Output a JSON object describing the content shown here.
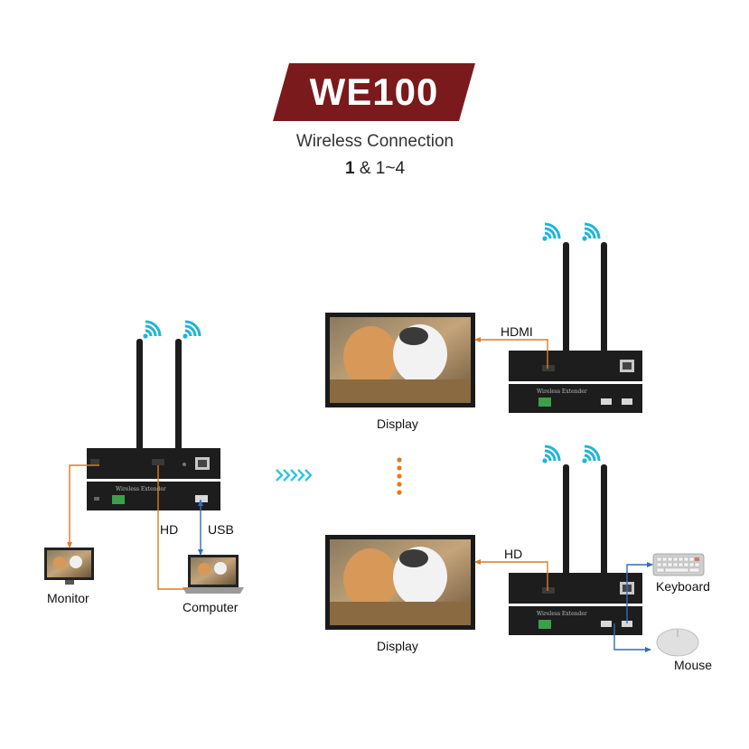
{
  "header": {
    "title": "WE100",
    "subtitle": "Wireless Connection",
    "ratio_bold": "1",
    "ratio_rest": " & 1~4"
  },
  "transmitter": {
    "unit_label": "Wireless Extender",
    "cable_hd": "HD",
    "cable_usb": "USB",
    "monitor_label": "Monitor",
    "computer_label": "Computer"
  },
  "receiver_top": {
    "cable_label": "HDMI",
    "display_label": "Display",
    "unit_label": "Wireless Extender"
  },
  "receiver_bottom": {
    "cable_label": "HD",
    "display_label": "Display",
    "unit_label": "Wireless Extender",
    "keyboard_label": "Keyboard",
    "mouse_label": "Mouse"
  },
  "colors": {
    "banner": "#7a1a1c",
    "wifi": "#1fb5d8",
    "cable_hd": "#e07b1f",
    "cable_usb": "#2f6fb8",
    "arrows": "#2ec4e0",
    "dots": "#e07b1f",
    "device": "#1d1d1d"
  }
}
